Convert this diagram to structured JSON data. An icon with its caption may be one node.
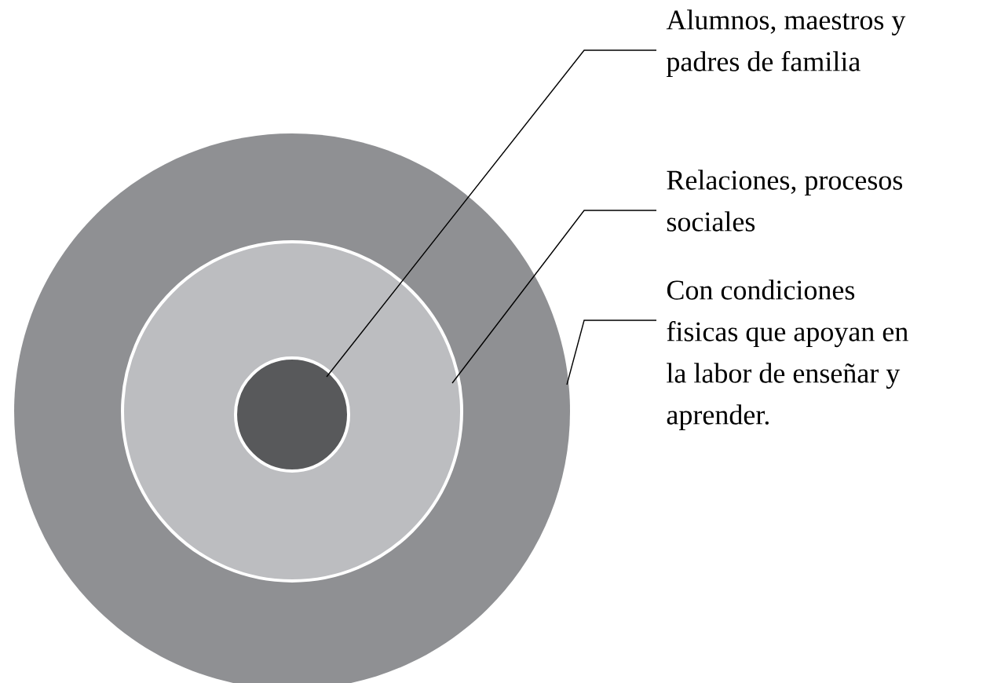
{
  "diagram": {
    "nodes": [
      {
        "text": [],
        "shape": "circle"
      },
      {
        "text": [],
        "shape": "circle",
        "in": 0
      },
      {
        "text": [],
        "shape": "circle",
        "in": 1
      },
      {
        "text": [
          "Alumnos, maestros y padres de familia"
        ]
      },
      {
        "text": [
          "Relaciones, procesos sociales"
        ]
      },
      {
        "text": [
          "Con condiciones fisicas que apoyan en la labor de enseñar y aprender."
        ]
      }
    ],
    "edges": [
      {
        "from": 3,
        "to": 2,
        "arrow": "none"
      },
      {
        "from": 4,
        "to": 1,
        "arrow": "none"
      },
      {
        "from": 5,
        "to": 0,
        "arrow": "none"
      }
    ]
  }
}
